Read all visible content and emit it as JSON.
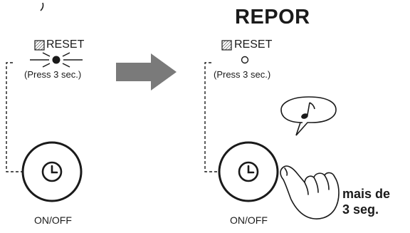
{
  "title": "REPOR",
  "left_panel": {
    "reset_label": "RESET",
    "press_note": "(Press 3 sec.)",
    "on_off_label": "ON/OFF"
  },
  "right_panel": {
    "reset_label": "RESET",
    "press_note": "(Press 3 sec.)",
    "on_off_label": "ON/OFF",
    "hold_line1": "mais de",
    "hold_line2": "3 seg."
  },
  "icons": {
    "top_left_fragment": "partial-bracket",
    "reset_indicator": "hatched-square-icon",
    "led_lit": "led-blinking-icon",
    "led_off": "led-off-icon",
    "transition": "right-arrow-icon",
    "power_button": "clock-power-button-icon",
    "sound": "music-note-speech-bubble-icon",
    "finger": "pressing-hand-icon"
  },
  "colors": {
    "ink": "#1a1a1a",
    "arrow": "#7a7a7a",
    "background": "#ffffff"
  }
}
